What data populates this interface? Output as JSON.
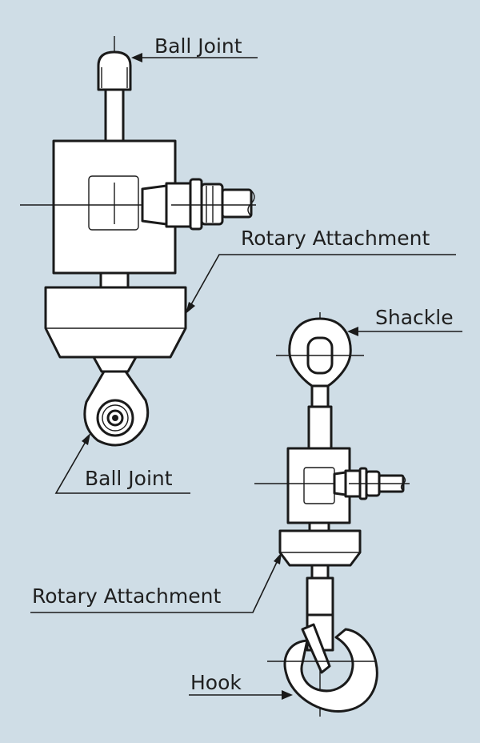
{
  "labels": {
    "ball_joint_top": "Ball Joint",
    "rotary_attachment_top": "Rotary Attachment",
    "ball_joint_bottom": "Ball Joint",
    "shackle": "Shackle",
    "rotary_attachment_bottom": "Rotary Attachment",
    "hook": "Hook"
  },
  "colors": {
    "background": "#cfdde6",
    "line": "#1a1a1a",
    "part_fill": "#ffffff"
  }
}
